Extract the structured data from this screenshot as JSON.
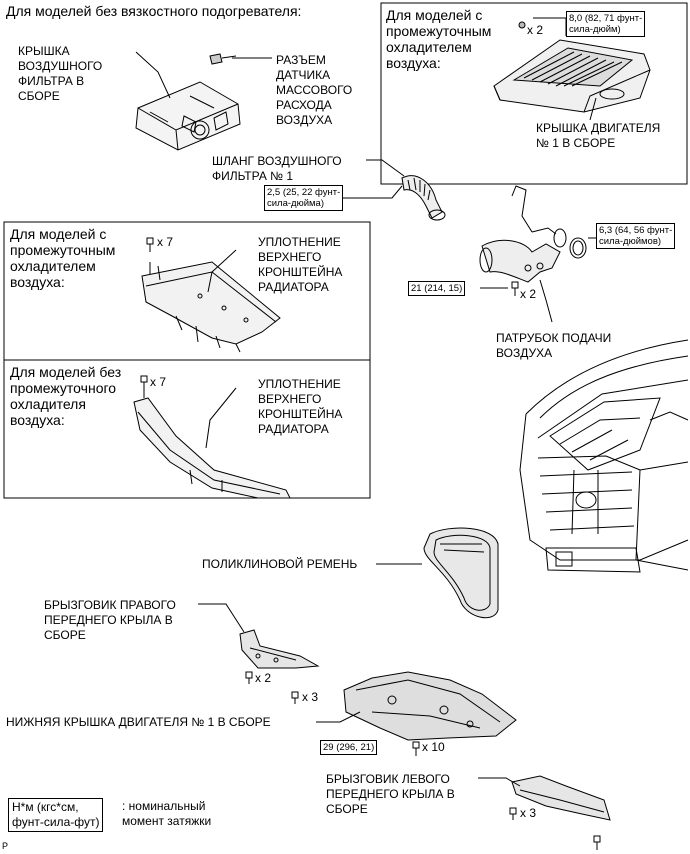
{
  "header": {
    "no_vc_heater": "Для моделей без вязкостного подогревателя:"
  },
  "labels": {
    "air_cleaner_cap": "КРЫШКА\nВОЗДУШНОГО\nФИЛЬТРА В\nСБОРЕ",
    "maf_connector": "РАЗЪЕМ\nДАТЧИКА\nМАССОВОГО\nРАСХОДА\nВОЗДУХА",
    "air_hose": "ШЛАНГ ВОЗДУШНОГО\nФИЛЬТРА № 1",
    "engine_cover": "КРЫШКА ДВИГАТЕЛЯ\n№ 1 В СБОРЕ",
    "radiator_seal_1": "УПЛОТНЕНИЕ\nВЕРХНЕГО\nКРОНШТЕЙНА\nРАДИАТОРА",
    "radiator_seal_2": "УПЛОТНЕНИЕ\nВЕРХНЕГО\nКРОНШТЕЙНА\nРАДИАТОРА",
    "inlet_duct": "ПАТРУБОК ПОДАЧИ\nВОЗДУХА",
    "v_belt": "ПОЛИКЛИНОВОЙ РЕМЕНЬ",
    "rh_shield": "БРЫЗГОВИК ПРАВОГО\nПЕРЕДНЕГО КРЫЛА В\nСБОРЕ",
    "under_cover": "НИЖНЯЯ КРЫШКА ДВИГАТЕЛЯ № 1 В СБОРЕ",
    "lh_shield": "БРЫЗГОВИК ЛЕВОГО\nПЕРЕДНЕГО КРЫЛА В\nСБОРЕ"
  },
  "boxes": {
    "with_intercooler_top": "Для моделей с\nпромежуточным\nохладителем\nвоздуха:",
    "with_intercooler": "Для моделей с\nпромежуточным\nохладителем\nвоздуха:",
    "without_intercooler": "Для моделей без\nпромежуточного\nохладителя\nвоздуха:"
  },
  "torques": {
    "engine_cover": "8,0 (82, 71 фунт-\nсила-дюйм)",
    "air_hose": "2,5 (25, 22 фунт-\nсила-дюйма)",
    "duct_clamp": "6,3 (64, 56 фунт-\nсила-дюймов)",
    "duct_bolt": "21 (214, 15)",
    "under_cover": "29 (296, 21)"
  },
  "counts": {
    "engine_cover": "x 2",
    "seal_1": "x 7",
    "seal_2": "x 7",
    "duct_bolt": "x 2",
    "rh_a": "x 2",
    "rh_b": "x 3",
    "under_cover": "x 10",
    "lh": "x 3"
  },
  "legend": {
    "unit": "Н*м (кгс*см,\nфунт-сила-фут)",
    "desc": ": номинальный\nмомент затяжки"
  },
  "footer": {
    "mark": "P"
  }
}
